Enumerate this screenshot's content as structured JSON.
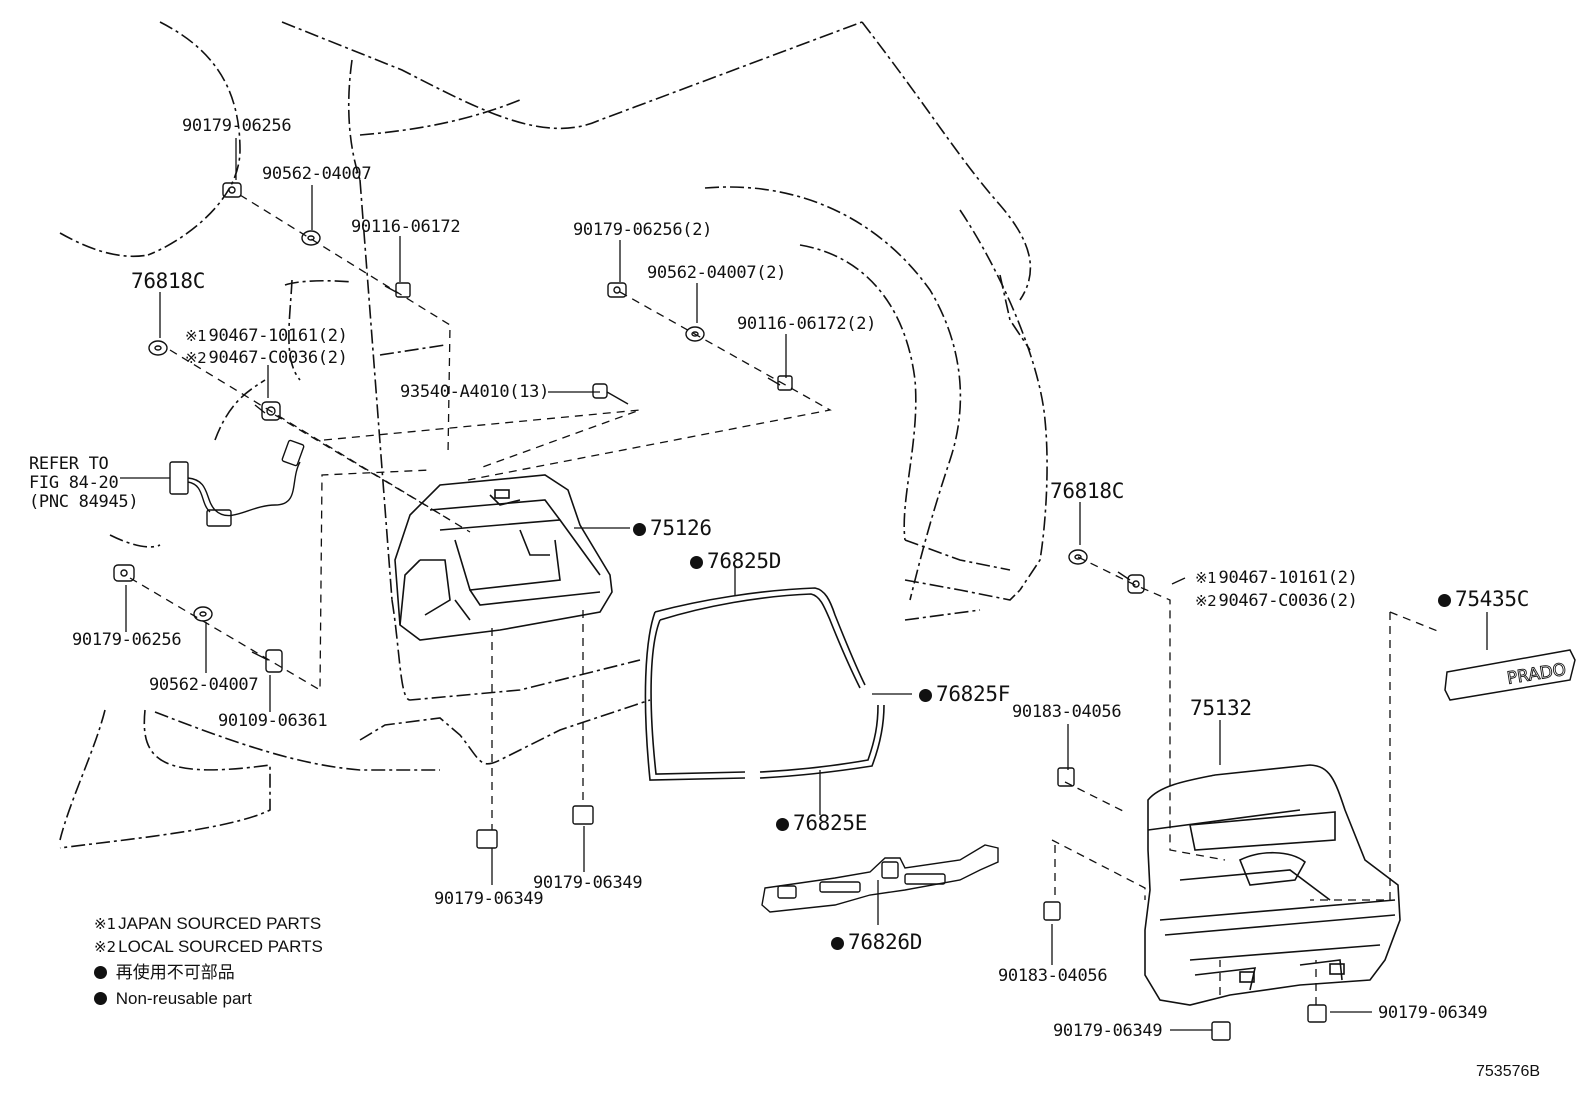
{
  "parts": {
    "p_90179_06256_top": "90179-06256",
    "p_90562_04007_top": "90562-04007",
    "p_90116_06172_top": "90116-06172",
    "p_76818c_left": "76818C",
    "p_90467_10161_left": "90467-10161(2)",
    "p_90467_c0036_left": "90467-C0036(2)",
    "p_90179_06256_2": "90179-06256(2)",
    "p_90562_04007_2": "90562-04007(2)",
    "p_90116_06172_2": "90116-06172(2)",
    "p_93540_a4010": "93540-A4010(13)",
    "p_75126": "75126",
    "p_76825d": "76825D",
    "p_76825f": "76825F",
    "p_76825e": "76825E",
    "p_76826d": "76826D",
    "p_90179_06256_bottom": "90179-06256",
    "p_90562_04007_bottom": "90562-04007",
    "p_90109_06361": "90109-06361",
    "p_90179_06349_a": "90179-06349",
    "p_90179_06349_b": "90179-06349",
    "p_76818c_right": "76818C",
    "p_90467_10161_right": "90467-10161(2)",
    "p_90467_c0036_right": "90467-C0036(2)",
    "p_75435c": "75435C",
    "p_75132": "75132",
    "p_90183_04056_a": "90183-04056",
    "p_90183_04056_b": "90183-04056",
    "p_90179_06349_c": "90179-06349",
    "p_90179_06349_d": "90179-06349"
  },
  "markers": {
    "m1": "※1",
    "m2": "※2"
  },
  "refer": {
    "line1": "REFER TO",
    "line2": "FIG 84-20",
    "line3": "(PNC 84945)"
  },
  "legend": {
    "japan": "JAPAN SOURCED PARTS",
    "local": "LOCAL SOURCED PARTS",
    "jp_nonreuse": "再使用不可部品",
    "nonreuse": "Non-reusable part"
  },
  "emblem_text": "PRADO",
  "diagram_id": "753576B"
}
